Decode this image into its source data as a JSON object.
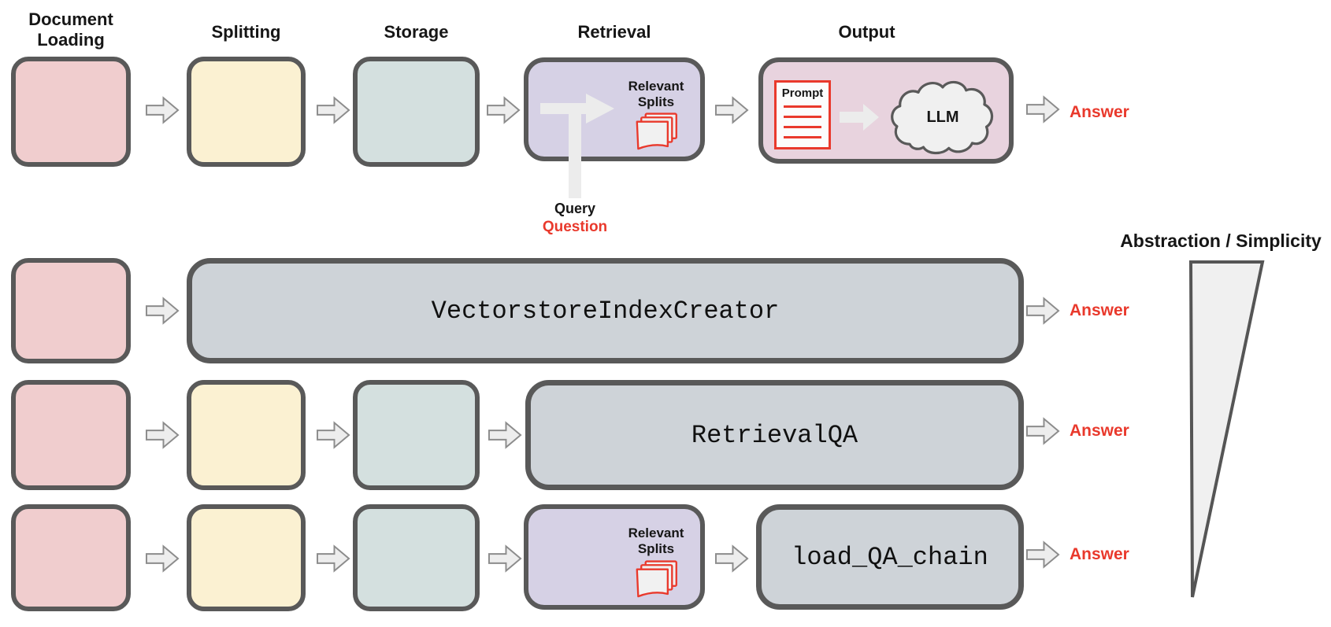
{
  "palette": {
    "pink_box": "#f0cdce",
    "yellow_box": "#fbf1d2",
    "teal_box": "#d4e0df",
    "purple_box": "#d6d1e5",
    "magenta_box": "#e8d3de",
    "gray_box": "#ced3d8",
    "box_border": "#595959",
    "accent_red": "#e9392c",
    "arrow_fill": "#ededed",
    "arrow_stroke": "#8c8c8c"
  },
  "stages": {
    "document_loading": "Document Loading",
    "splitting": "Splitting",
    "storage": "Storage",
    "retrieval": "Retrieval",
    "output": "Output"
  },
  "labels": {
    "relevant_splits": "Relevant Splits",
    "query": "Query",
    "question": "Question",
    "prompt": "Prompt",
    "llm": "LLM",
    "answer": "Answer",
    "abstraction_axis": "Abstraction / Simplicity"
  },
  "code_boxes": {
    "vectorstore": "VectorstoreIndexCreator",
    "retrieval_qa": "RetrievalQA",
    "load_qa_chain": "load_QA_chain"
  }
}
